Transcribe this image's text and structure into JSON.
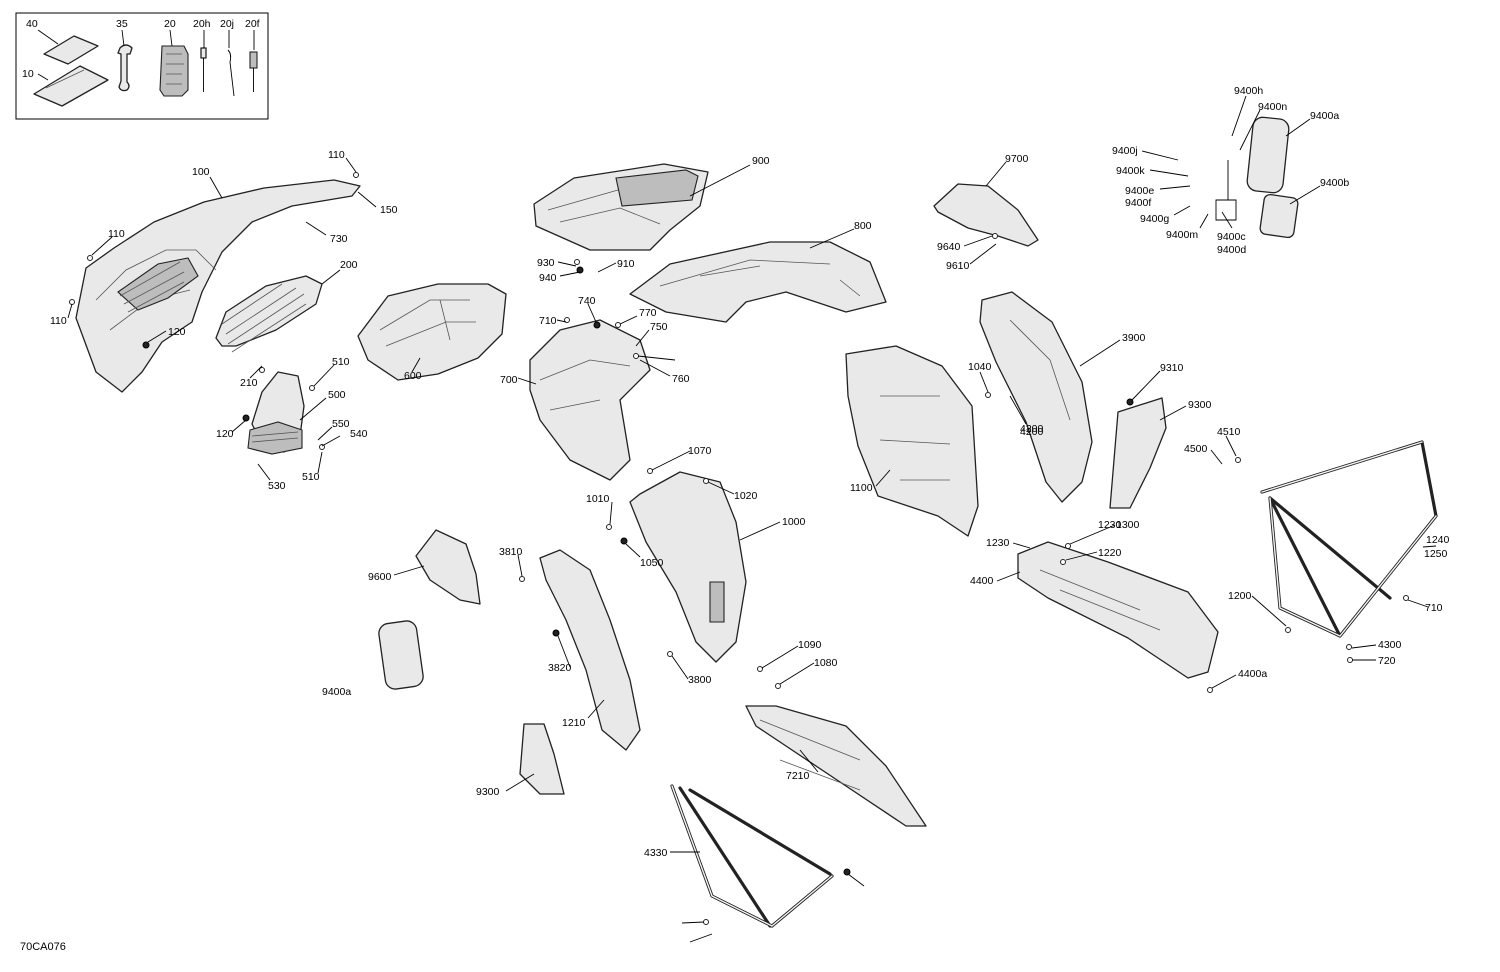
{
  "reference_code": "70CA076",
  "kit_labels": [
    "40",
    "35",
    "20",
    "20h",
    "20j",
    "20f",
    "10"
  ],
  "callouts": [
    "100",
    "110",
    "150",
    "730",
    "200",
    "120",
    "210",
    "510",
    "500",
    "550",
    "540",
    "530",
    "600",
    "900",
    "930",
    "940",
    "910",
    "800",
    "740",
    "710",
    "770",
    "750",
    "760",
    "700",
    "9700",
    "9640",
    "9610",
    "9400h",
    "9400n",
    "9400a",
    "9400j",
    "9400k",
    "9400e",
    "9400f",
    "9400g",
    "9400m",
    "9400c",
    "9400d",
    "9400b",
    "3900",
    "9310",
    "9300",
    "4510",
    "4500",
    "4200",
    "1040",
    "1100",
    "1070",
    "1010",
    "1020",
    "1000",
    "1050",
    "3810",
    "9600",
    "3820",
    "1090",
    "1080",
    "3800",
    "1210",
    "1230",
    "1300",
    "1220",
    "4400",
    "4400a",
    "1240",
    "1250",
    "1200",
    "4300",
    "720",
    "7210",
    "4330"
  ]
}
